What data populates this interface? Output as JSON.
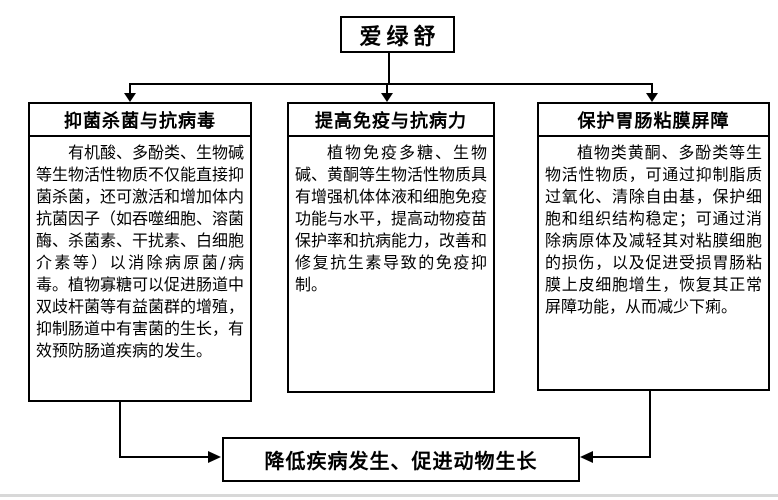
{
  "diagram": {
    "root_label": "爱绿舒",
    "branches": [
      {
        "header": "抑菌杀菌与抗病毒",
        "body": "有机酸、多酚类、生物碱等生物活性物质不仅能直接抑菌杀菌，还可激活和增加体内抗菌因子（如吞噬细胞、溶菌酶、杀菌素、干扰素、白细胞介素等）以消除病原菌/病毒。植物寡糖可以促进肠道中双歧杆菌等有益菌群的增殖，抑制肠道中有害菌的生长，有效预防肠道疾病的发生。"
      },
      {
        "header": "提高免疫与抗病力",
        "body": "植物免疫多糖、生物碱、黄酮等生物活性物质具有增强机体体液和细胞免疫功能与水平，提高动物疫苗保护率和抗病能力，改善和修复抗生素导致的免疫抑制。"
      },
      {
        "header": "保护胃肠粘膜屏障",
        "body": "植物类黄酮、多酚类等生物活性物质，可通过抑制脂质过氧化、清除自由基，保护细胞和组织结构稳定；可通过消除病原体及减轻其对粘膜细胞的损伤，以及促进受损胃肠粘膜上皮细胞增生，恢复其正常屏障功能，从而减少下痢。"
      }
    ],
    "outcome_label": "降低疾病发生、促进动物生长"
  },
  "colors": {
    "line": "#000000",
    "border": "#000000",
    "background": "#ffffff",
    "page_edge": "#d8d8d8"
  }
}
